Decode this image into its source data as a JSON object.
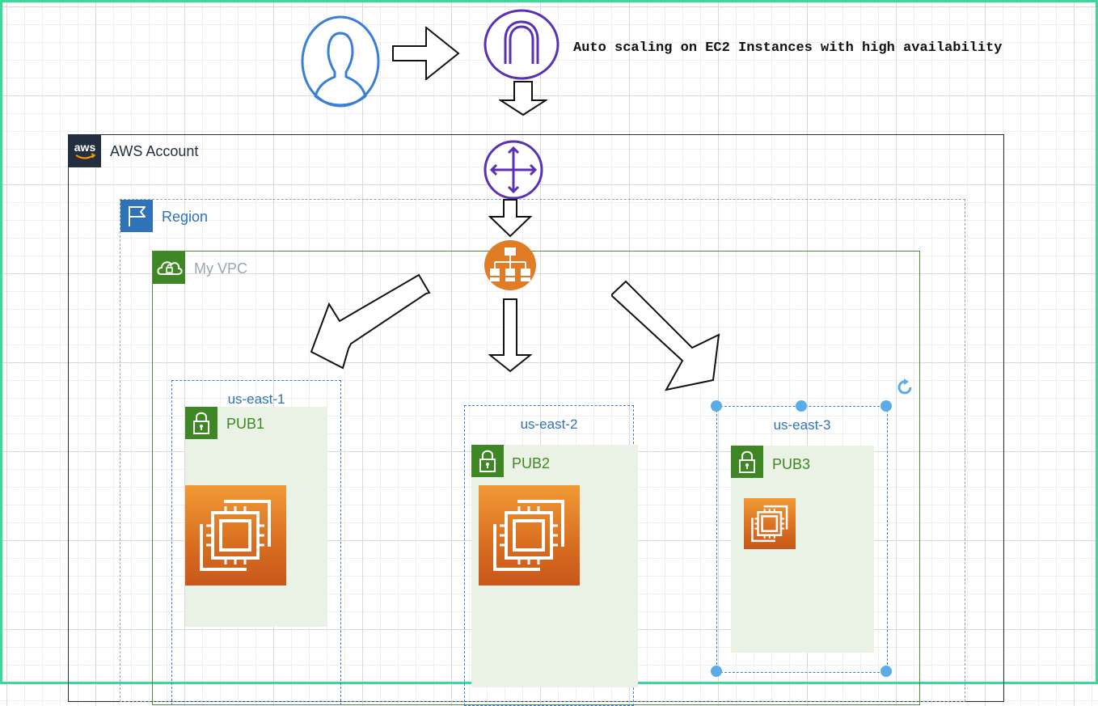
{
  "diagram": {
    "title": "Auto scaling on EC2 Instances with high availability",
    "aws_account_label": "AWS Account",
    "region_label": "Region",
    "vpc_label": "My VPC",
    "availability_zones": [
      {
        "label": "us-east-1",
        "subnet": "PUB1"
      },
      {
        "label": "us-east-2",
        "subnet": "PUB2"
      },
      {
        "label": "us-east-3",
        "subnet": "PUB3"
      }
    ],
    "icons": {
      "user": "user-icon",
      "gateway": "internet-gateway-icon",
      "router": "route-table-icon",
      "load_balancer": "load-balancer-icon",
      "instance": "ec2-instance-icon"
    },
    "colors": {
      "account_border": "#232f3e",
      "region_accent": "#2e73b8",
      "vpc_accent": "#3f8624",
      "subnet_fill": "#e9f2e5",
      "ec2_orange": "#e07b26",
      "gateway_purple": "#5a30b5",
      "user_blue": "#3a7fd5",
      "selection_blue": "#5aace8",
      "frame_green": "#3ad99a"
    }
  }
}
